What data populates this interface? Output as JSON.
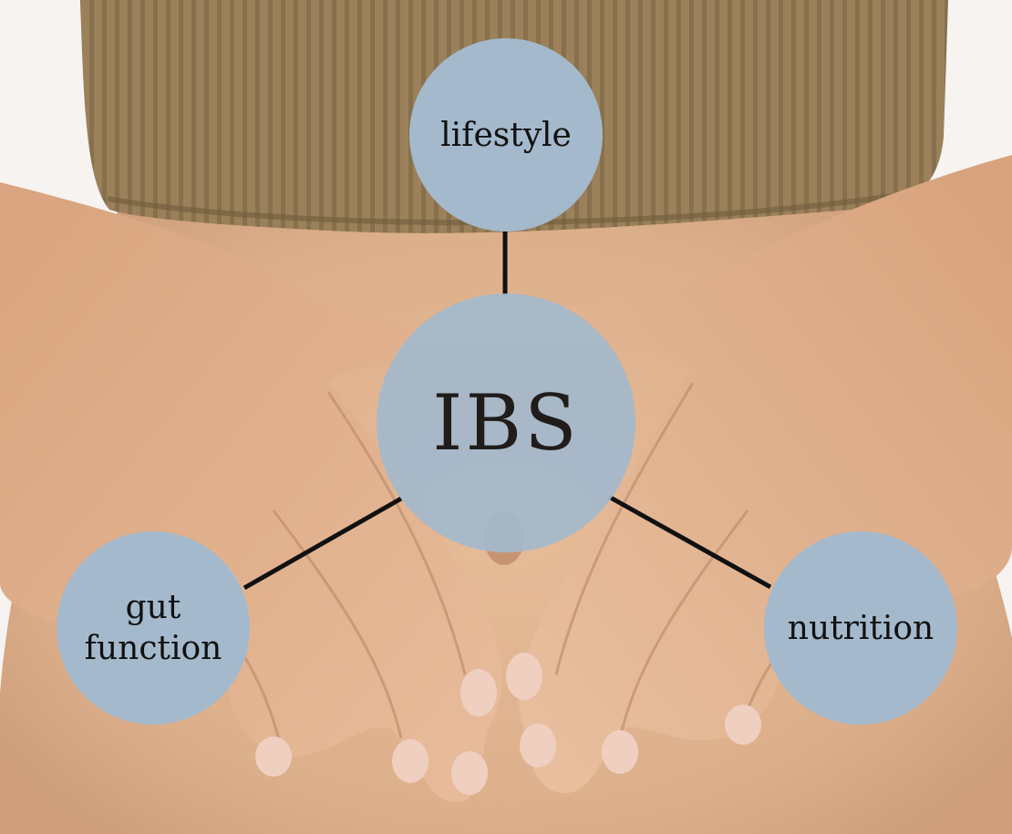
{
  "colors": {
    "circle_fill": "#a4b9cc",
    "connector": "#111111",
    "label_text": "#111111",
    "skin": "#e3b592",
    "sweater": "#9a7f5a"
  },
  "diagram": {
    "center": {
      "label": "IBS"
    },
    "nodes": [
      {
        "id": "top",
        "lines": [
          "lifestyle"
        ]
      },
      {
        "id": "left",
        "lines": [
          "gut",
          "function"
        ]
      },
      {
        "id": "right",
        "lines": [
          "nutrition"
        ]
      }
    ],
    "edges": [
      {
        "from": "IBS",
        "to": "lifestyle"
      },
      {
        "from": "IBS",
        "to": "gut function"
      },
      {
        "from": "IBS",
        "to": "nutrition"
      }
    ]
  }
}
